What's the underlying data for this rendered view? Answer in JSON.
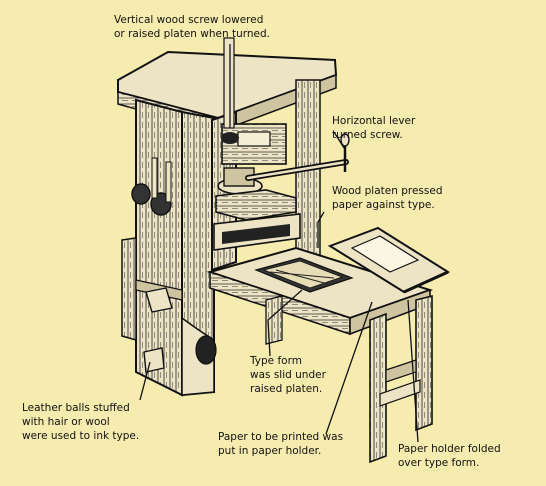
{
  "colors": {
    "background": "#f7ecb0",
    "ink": "#111111",
    "wood_light": "#ece4c4",
    "wood_mid": "#cfc4a0"
  },
  "labels": {
    "screw": "Vertical wood screw lowered\nor raised platen when turned.",
    "lever": "Horizontal lever\nturned screw.",
    "platen": "Wood platen pressed\npaper against type.",
    "type_form": "Type form\nwas slid under\nraised platen.",
    "leather_balls": "Leather balls stuffed\nwith hair or wool\nwere used to ink type.",
    "paper_printed": "Paper to be printed was\nput in paper holder.",
    "paper_holder": "Paper holder folded\nover type form."
  }
}
